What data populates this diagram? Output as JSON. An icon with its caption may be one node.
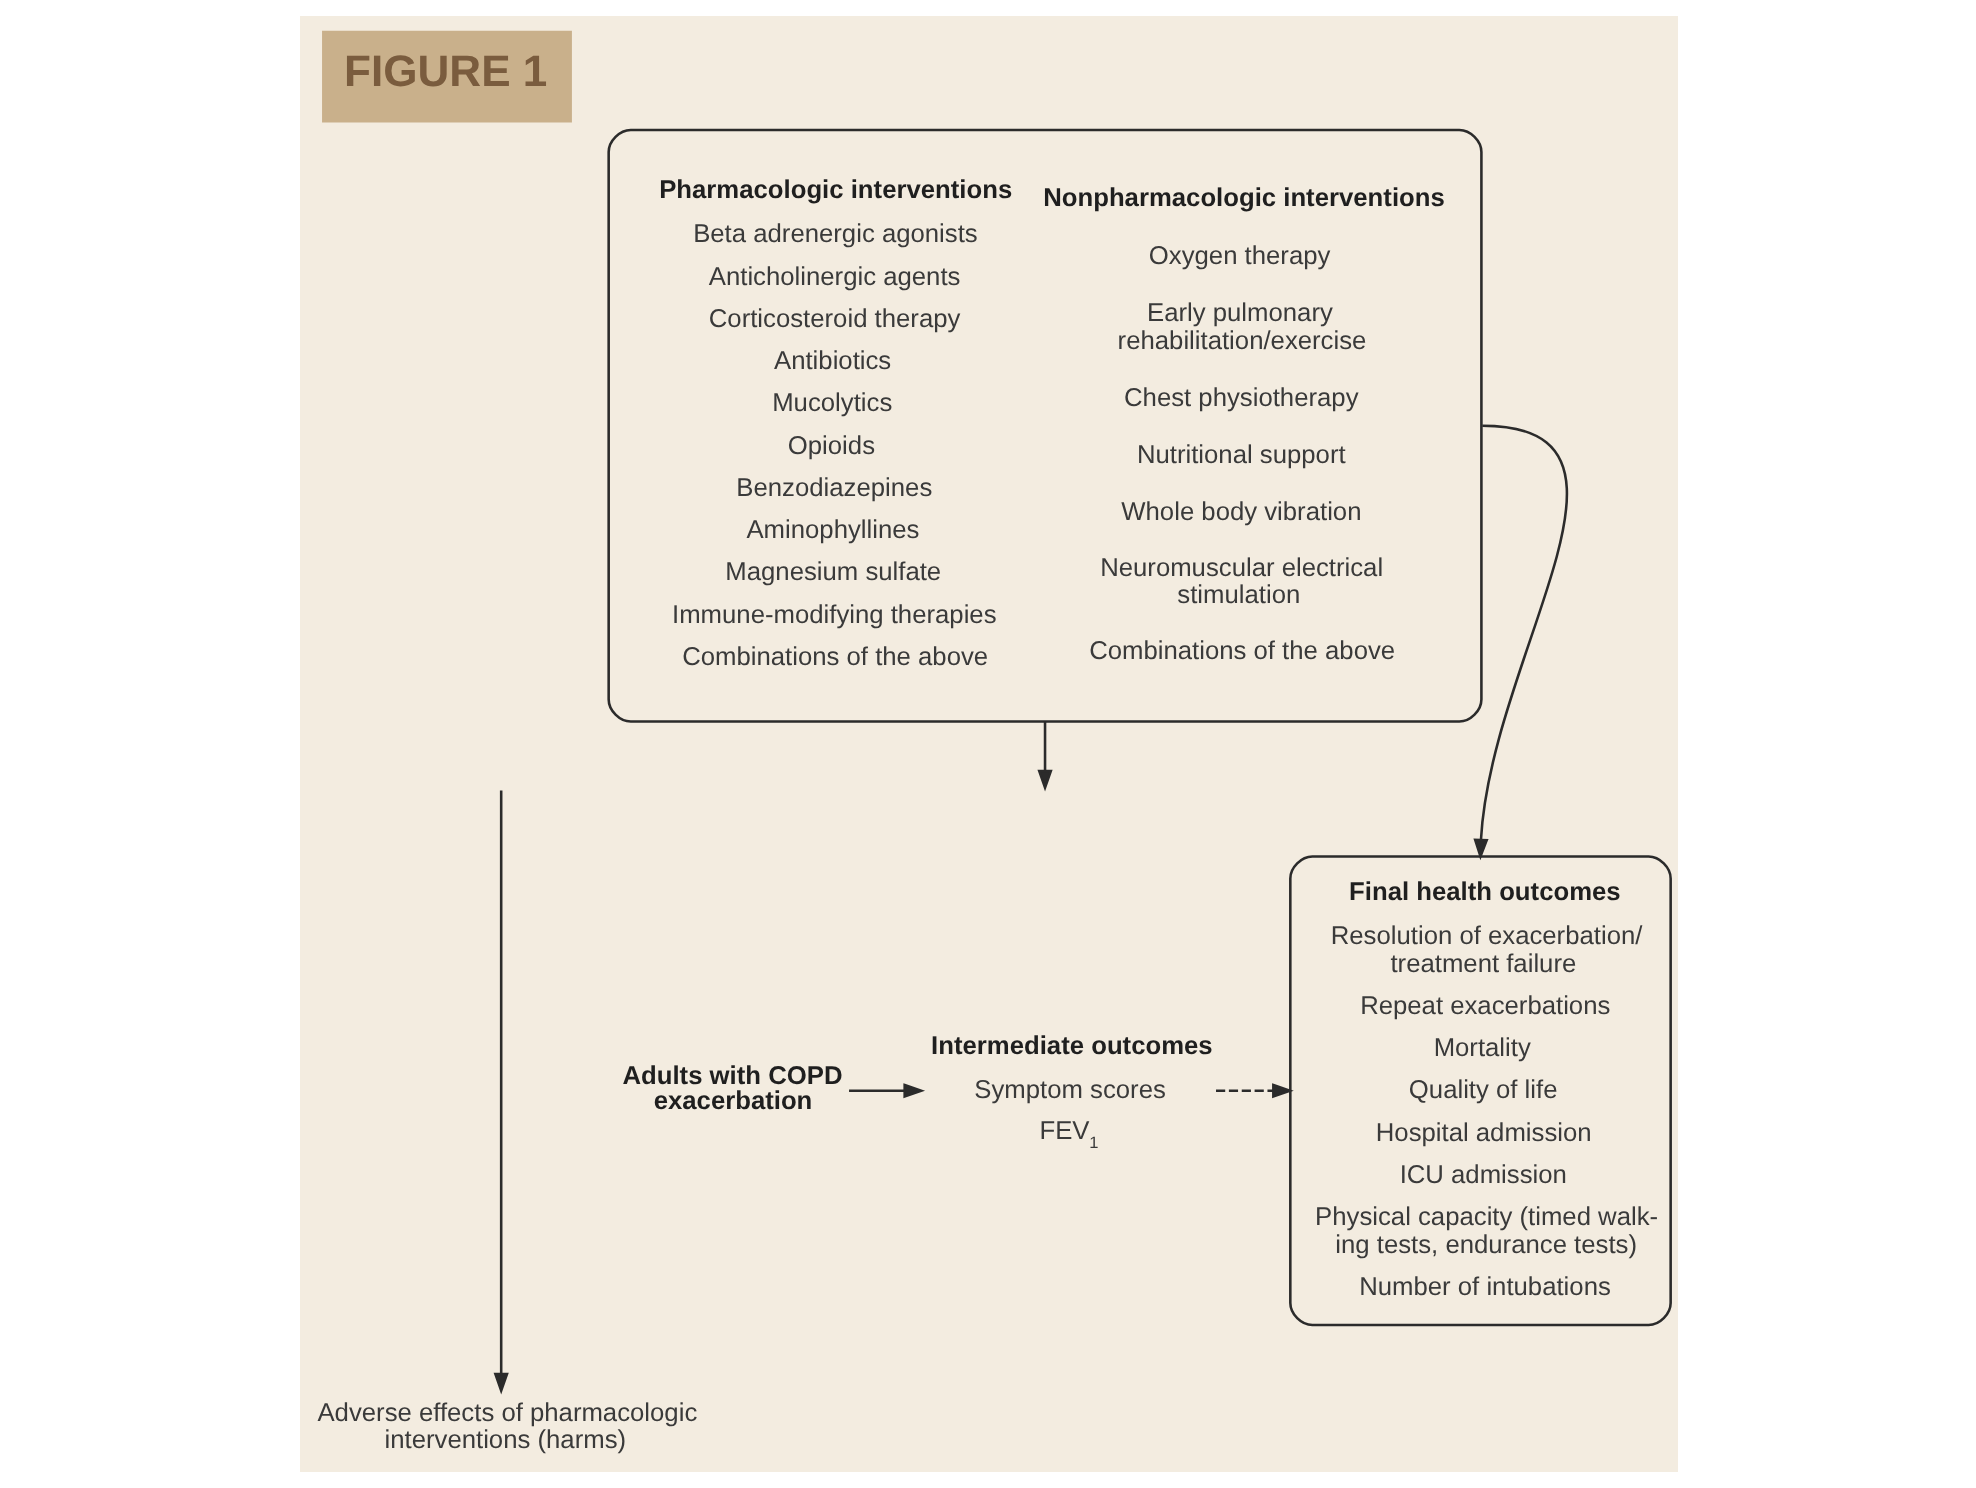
{
  "diagram": {
    "title": "FIGURE 1",
    "nodes": [
      {
        "text": [
          "Pharmacologic interventions",
          "Beta adrenergic agonists",
          "Anticholinergic agents",
          "Corticosteroid therapy",
          "Antibiotics",
          "Mucolytics",
          "Opioids",
          "Benzodiazepines",
          "Aminophyllines",
          "Magnesium sulfate",
          "Immune-modifying therapies",
          "Combinations of the above",
          "Nonpharmacologic interventions",
          "Oxygen therapy",
          "Early pulmonary rehabilitation/exercise",
          "Chest physiotherapy",
          "Nutritional support",
          "Whole body vibration",
          "Neuromuscular electrical stimulation",
          "Combinations of the above"
        ]
      },
      {
        "text": [
          "Final health outcomes",
          "Resolution of exacerbation/ treatment failure",
          "Repeat exacerbations",
          "Mortality",
          "Quality of life",
          "Hospital admission",
          "ICU admission",
          "Physical capacity (timed walk- ing tests, endurance tests)",
          "Number of intubations"
        ]
      },
      {
        "text": [
          "Adults with COPD exacerbation"
        ]
      },
      {
        "text": [
          "Intermediate outcomes",
          "Symptom scores",
          "FEV$_{1}$"
        ]
      },
      {
        "text": [
          "Adverse effects of pharmacologic interventions (harms)"
        ]
      }
    ],
    "edges": [
      {
        "from": 0,
        "to": 1,
        "arrow": "to"
      },
      {
        "from": 0,
        "to": null,
        "arrow": "to"
      },
      {
        "from": 2,
        "to": 3,
        "arrow": "to"
      },
      {
        "from": 3,
        "to": 1,
        "arrow": "to",
        "style": "dashed"
      },
      {
        "from": null,
        "to": 4,
        "arrow": "to"
      }
    ]
  }
}
